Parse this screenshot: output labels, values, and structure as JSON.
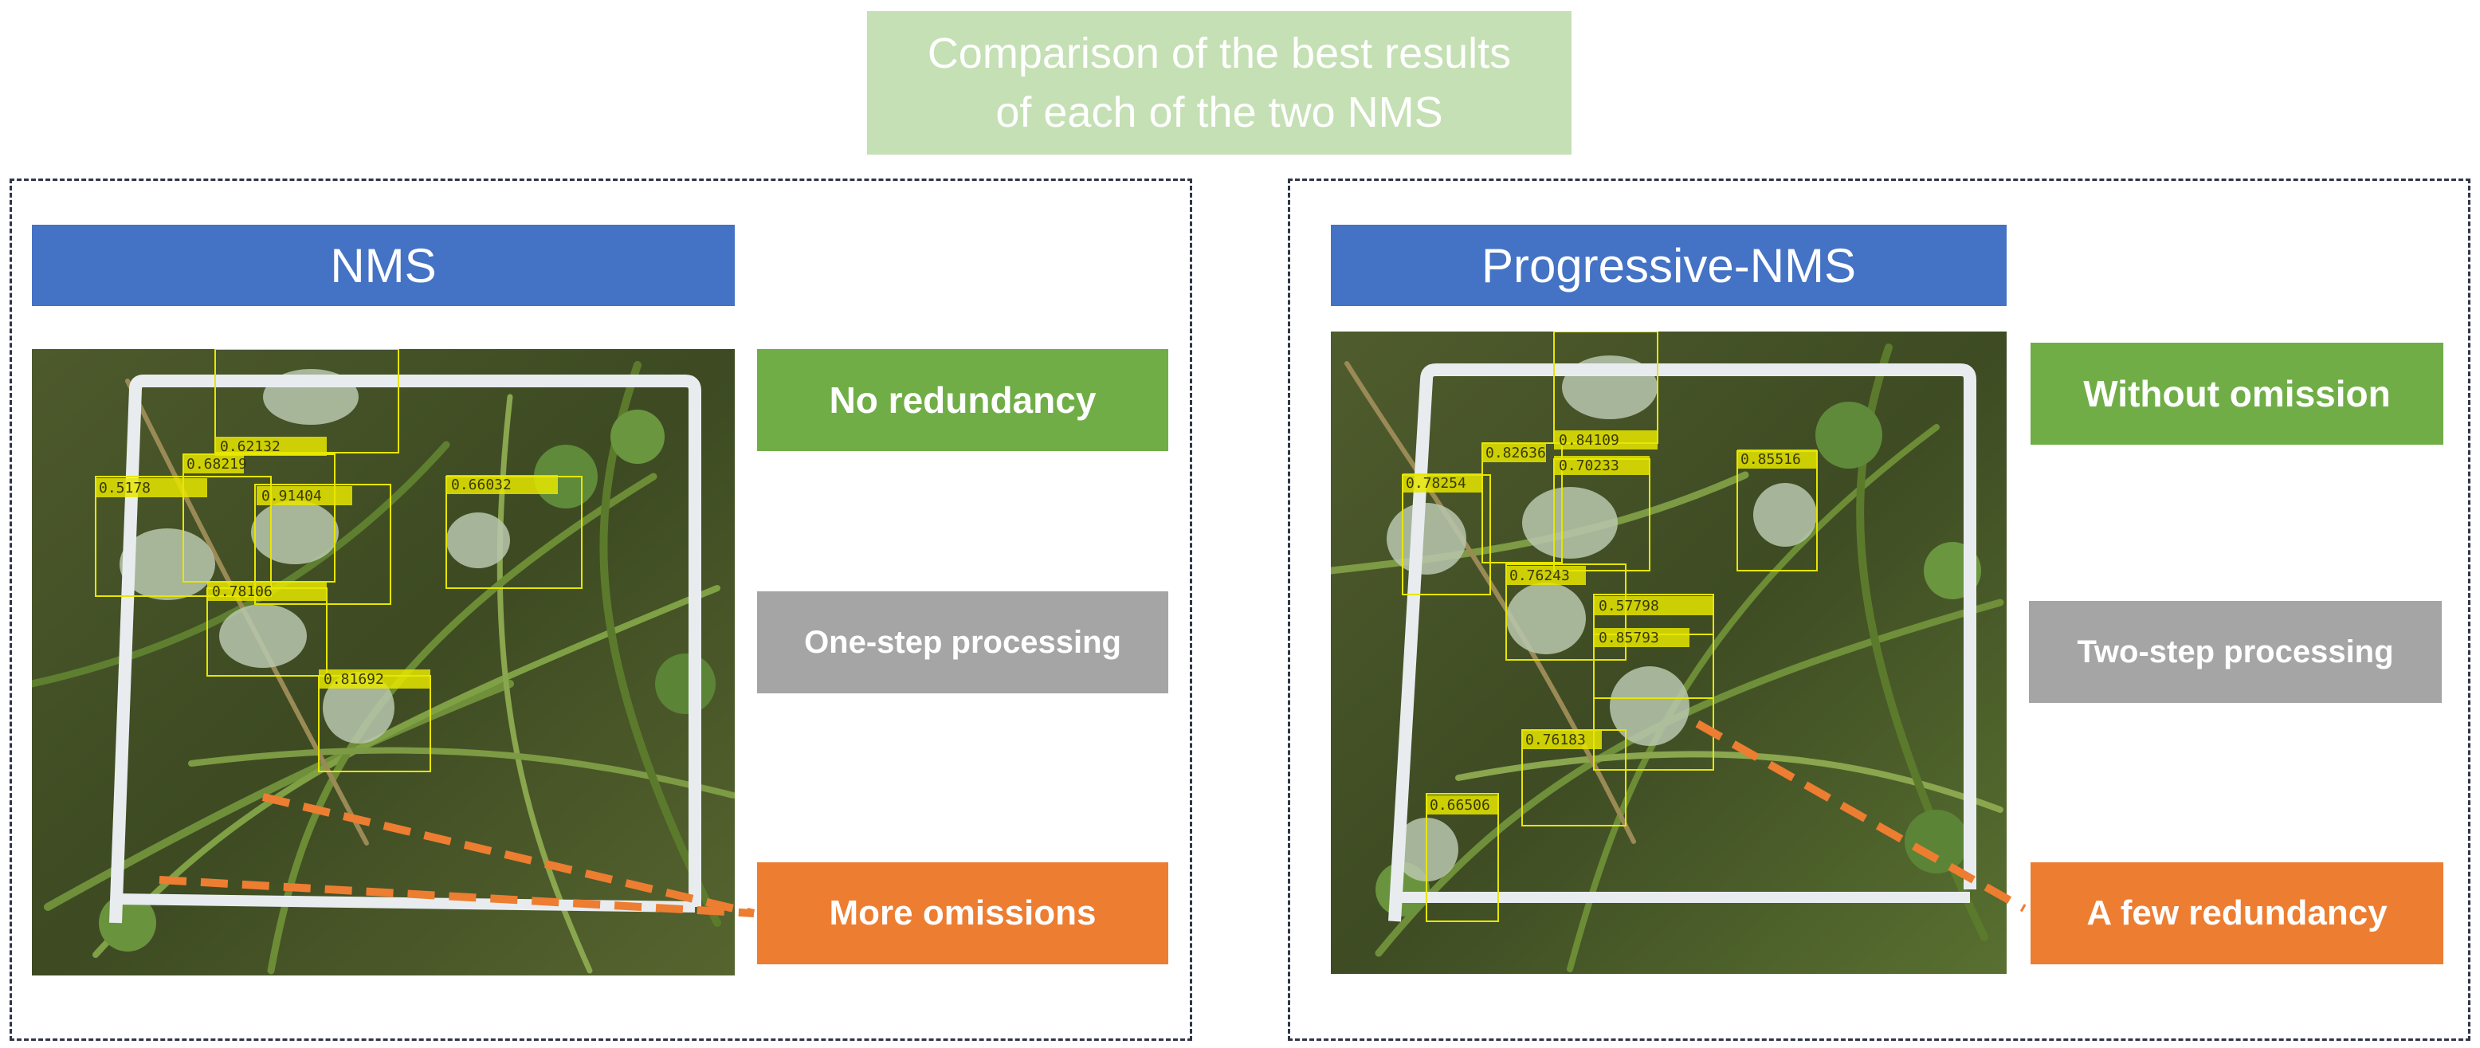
{
  "title": {
    "line1": "Comparison of the best results",
    "line2": "of each of the two NMS"
  },
  "left_panel": {
    "header": "NMS",
    "tags": {
      "positive": "No redundancy",
      "process": "One-step processing",
      "negative": "More omissions"
    },
    "detections": [
      "0.62132",
      "0.68219",
      "0.5178",
      "0.91404",
      "0.66032",
      "0.78106",
      "0.81692"
    ]
  },
  "right_panel": {
    "header": "Progressive-NMS",
    "tags": {
      "positive": "Without omission",
      "process": "Two-step processing",
      "negative": "A few redundancy"
    },
    "detections": [
      "0.82636",
      "0.84109",
      "0.70233",
      "0.78254",
      "0.85516",
      "0.76243",
      "0.57798",
      "0.85793",
      "0.76183",
      "0.66506"
    ]
  },
  "colors": {
    "title_bg": "#c5e0b4",
    "header_bg": "#4472c4",
    "positive_bg": "#70ad47",
    "process_bg": "#a5a5a5",
    "negative_bg": "#ed7d31",
    "detection_box": "#e6e600",
    "panel_border": "#2f3548"
  }
}
